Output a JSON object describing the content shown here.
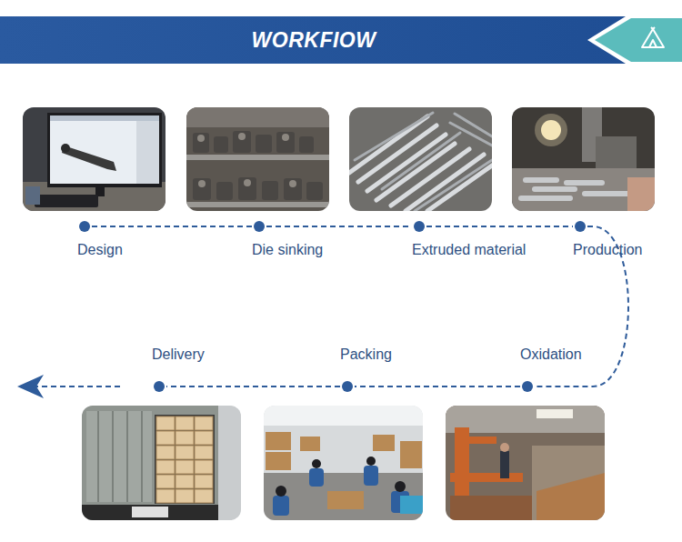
{
  "diagram": {
    "title": "WORKFIOW",
    "nodes": [
      {
        "text": [
          "Design"
        ]
      },
      {
        "text": [
          "Die sinking"
        ]
      },
      {
        "text": [
          "Extruded material"
        ]
      },
      {
        "text": [
          "Production"
        ]
      },
      {
        "text": [
          "Oxidation"
        ]
      },
      {
        "text": [
          "Packing"
        ]
      },
      {
        "text": [
          "Delivery"
        ]
      }
    ],
    "edges": [
      {
        "from": 0,
        "to": 1,
        "arrow": "none"
      },
      {
        "from": 1,
        "to": 2,
        "arrow": "none"
      },
      {
        "from": 2,
        "to": 3,
        "arrow": "none"
      },
      {
        "from": 3,
        "to": 4,
        "arrow": "none"
      },
      {
        "from": 4,
        "to": 5,
        "arrow": "none"
      },
      {
        "from": 5,
        "to": 6,
        "arrow": "none"
      }
    ]
  }
}
